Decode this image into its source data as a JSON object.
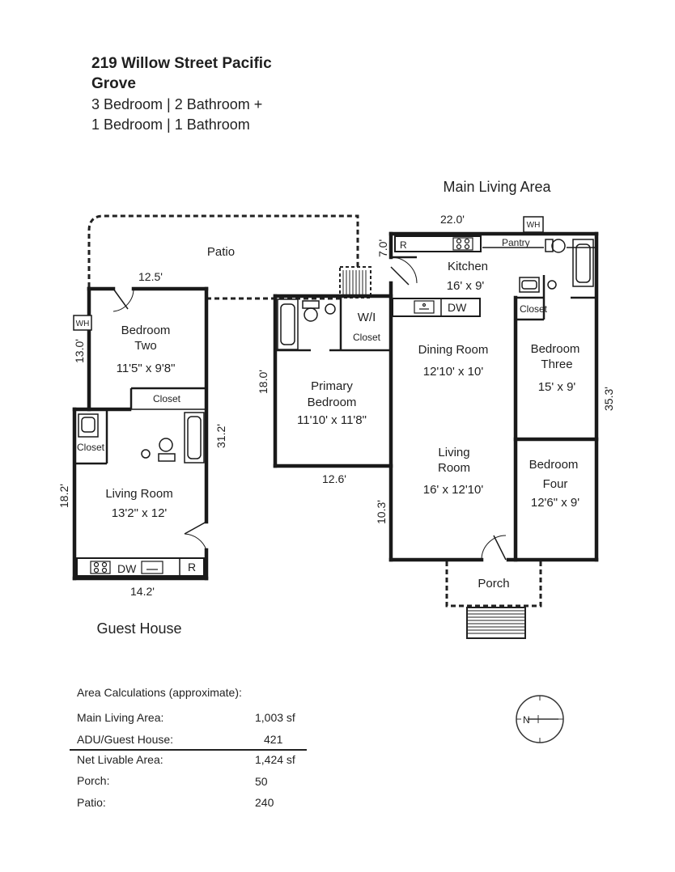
{
  "header": {
    "title_line1": "219 Willow Street Pacific",
    "title_line2": "Grove",
    "subtitle_line1": "3 Bedroom | 2 Bathroom  +",
    "subtitle_line2": "1 Bedroom | 1 Bathroom"
  },
  "sections": {
    "main": "Main Living Area",
    "guest": "Guest House"
  },
  "rooms": {
    "patio": "Patio",
    "kitchen": "Kitchen",
    "kitchen_size": "16' x 9'",
    "pantry": "Pantry",
    "wi": "W/I",
    "wi_closet": "Closet",
    "dining": "Dining Room",
    "dining_size": "12'10' x 10'",
    "bed3_a": "Bedroom",
    "bed3_b": "Three",
    "bed3_size": "15' x 9'",
    "bed3_closet": "Closet",
    "primary_a": "Primary",
    "primary_b": "Bedroom",
    "primary_size": "11'10' x 11'8\"",
    "living_a": "Living",
    "living_b": "Room",
    "living_size": "16' x 12'10'",
    "bed4_a": "Bedroom",
    "bed4_b": "Four",
    "bed4_size": "12'6\" x 9'",
    "porch": "Porch",
    "bed2_a": "Bedroom",
    "bed2_b": "Two",
    "bed2_size": "11'5\" x 9'8\"",
    "bed2_closet": "Closet",
    "guest_closet": "Closet",
    "guest_living": "Living Room",
    "guest_living_size": "13'2\" x 12'"
  },
  "fixtures": {
    "wh": "WH",
    "r": "R",
    "dw": "DW"
  },
  "dimensions": {
    "d_22": "22.0'",
    "d_7": "7.0'",
    "d_353": "35.3'",
    "d_18": "18.0'",
    "d_126": "12.6'",
    "d_103": "10.3'",
    "d_125": "12.5'",
    "d_13": "13.0'",
    "d_312": "31.2'",
    "d_182": "18.2'",
    "d_142": "14.2'"
  },
  "area": {
    "heading": "Area Calculations (approximate):",
    "rows": [
      {
        "label": "Main Living Area:",
        "value": "1,003 sf"
      },
      {
        "label": "ADU/Guest House:",
        "value": "421"
      },
      {
        "label": "Net Livable Area:",
        "value": "1,424 sf"
      },
      {
        "label": "Porch:",
        "value": "50"
      },
      {
        "label": "Patio:",
        "value": "240"
      }
    ]
  },
  "compass": {
    "letter": "N"
  }
}
